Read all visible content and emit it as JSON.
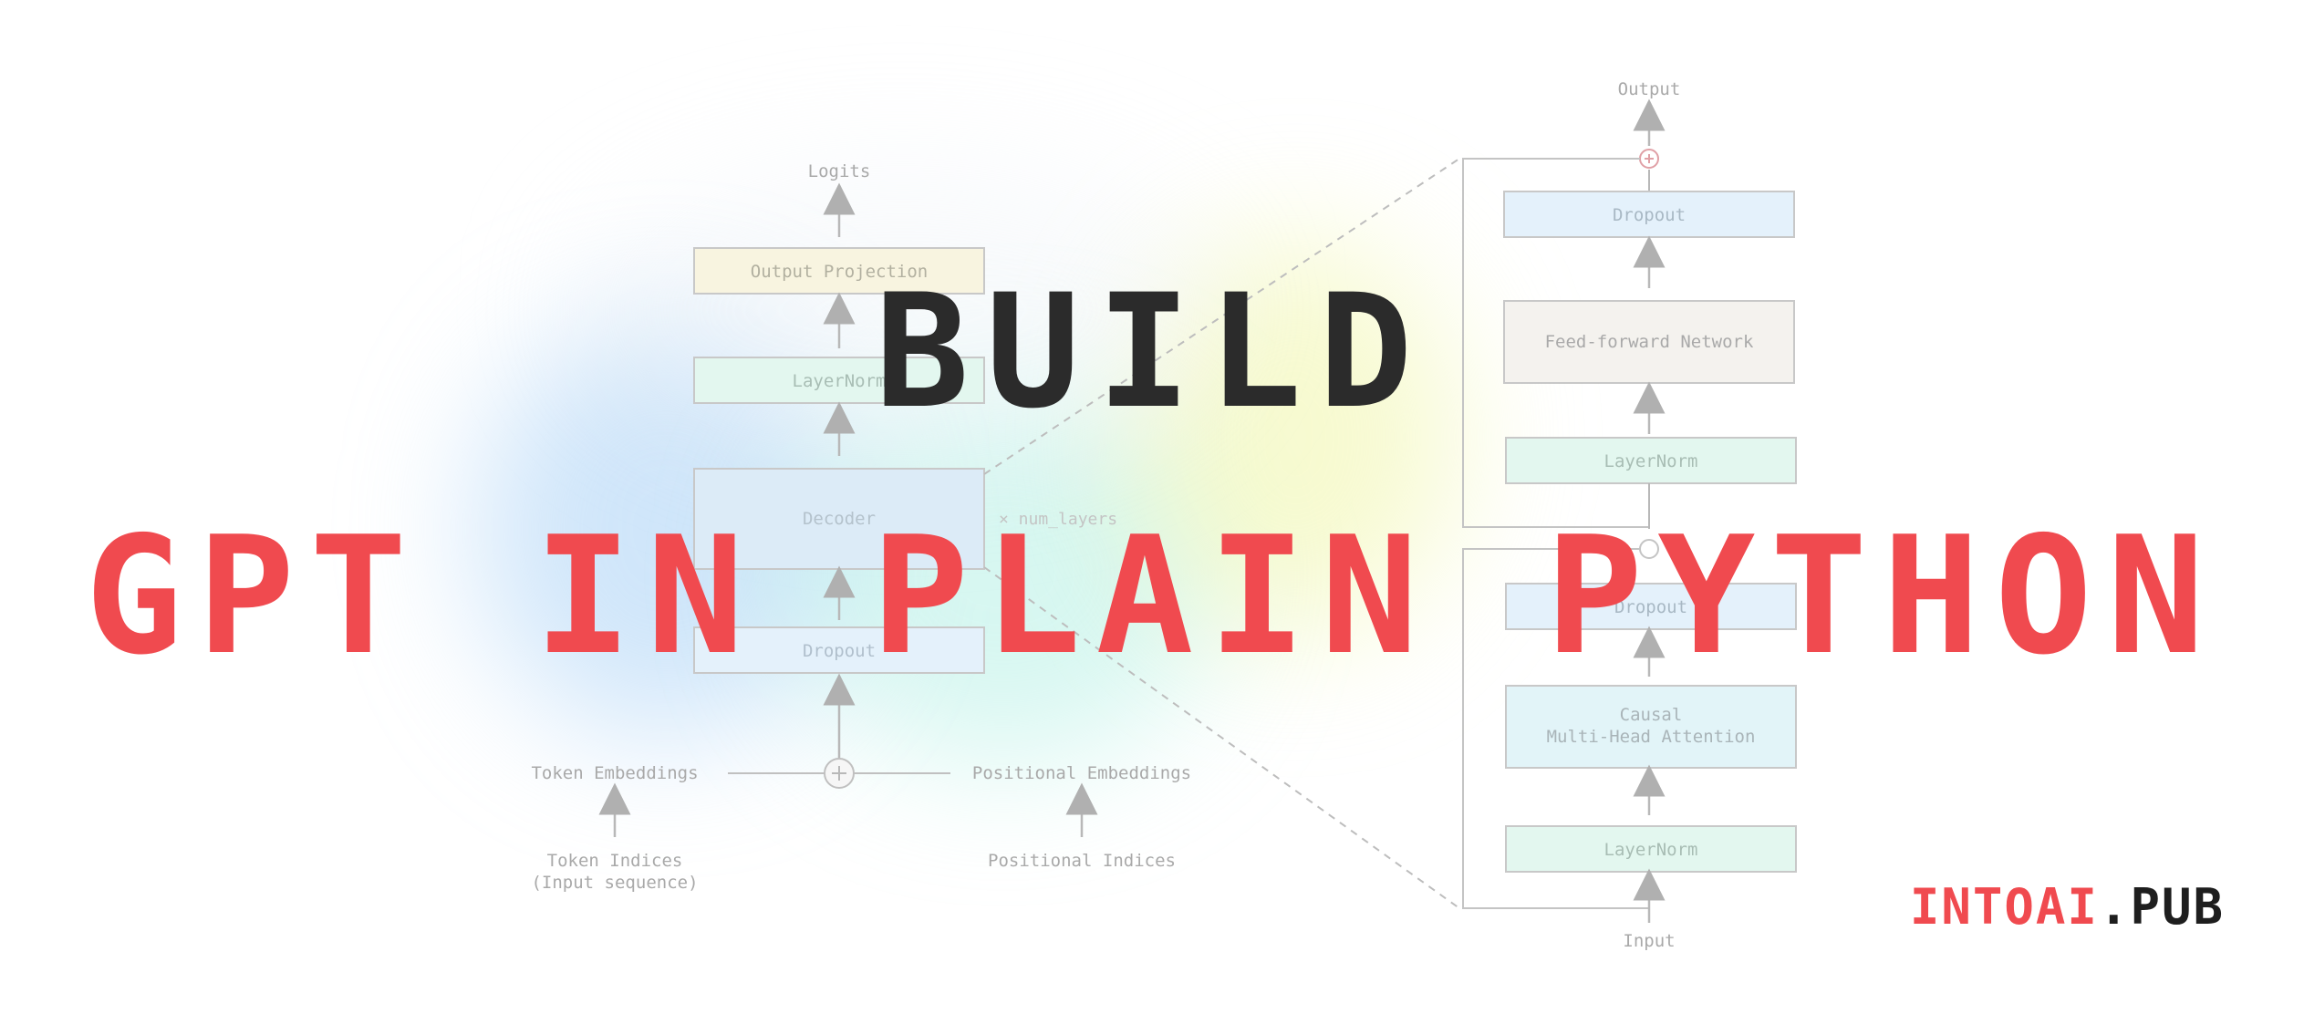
{
  "left_diagram": {
    "logits": "Logits",
    "output_projection": "Output Projection",
    "layernorm": "LayerNorm",
    "decoder": "Decoder",
    "num_layers": "× num_layers",
    "dropout": "Dropout",
    "token_embeddings": "Token Embeddings",
    "positional_embeddings": "Positional Embeddings",
    "token_indices_line1": "Token Indices",
    "token_indices_line2": "(Input sequence)",
    "positional_indices": "Positional Indices"
  },
  "right_diagram": {
    "output": "Output",
    "dropout_top": "Dropout",
    "ffn": "Feed-forward Network",
    "layernorm_top": "LayerNorm",
    "dropout_bottom": "Dropout",
    "attention_line1": "Causal",
    "attention_line2": "Multi-Head Attention",
    "layernorm_bottom": "LayerNorm",
    "input": "Input"
  },
  "title": {
    "line1": "BUILD",
    "line2": "GPT IN PLAIN PYTHON"
  },
  "brand": {
    "part1": "INTOAI",
    "part2": ".PUB"
  },
  "colors": {
    "title_red": "#f04a4f",
    "title_dark": "#2b2b2b",
    "line_gray": "#b8b8b8",
    "text_gray": "#a9a9a9",
    "box_yellow": "#f8f4e0",
    "box_green": "#e3f7ef",
    "box_blue": "#e4f1fb",
    "box_beige": "#f4f2ee"
  }
}
